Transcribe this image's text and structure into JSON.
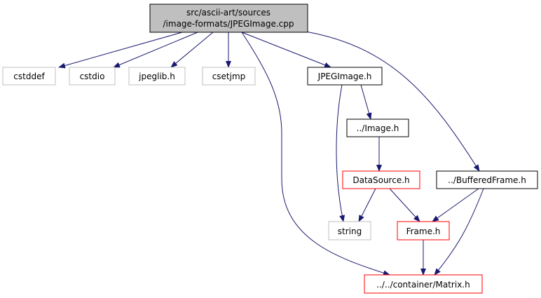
{
  "diagram": {
    "root": {
      "id": "root",
      "lines": [
        "src/ascii-art/sources",
        "/image-formats/JPEGImage.cpp"
      ],
      "style": "root"
    },
    "nodes": [
      {
        "id": "cstddef",
        "label": "cstddef",
        "style": "external"
      },
      {
        "id": "cstdio",
        "label": "cstdio",
        "style": "external"
      },
      {
        "id": "jpeglib",
        "label": "jpeglib.h",
        "style": "external"
      },
      {
        "id": "csetjmp",
        "label": "csetjmp",
        "style": "external"
      },
      {
        "id": "jpegimage_h",
        "label": "JPEGImage.h",
        "style": "documented"
      },
      {
        "id": "image_h",
        "label": "../Image.h",
        "style": "documented"
      },
      {
        "id": "datasource_h",
        "label": "DataSource.h",
        "style": "truncated"
      },
      {
        "id": "bufferedframe_h",
        "label": "../BufferedFrame.h",
        "style": "documented"
      },
      {
        "id": "string",
        "label": "string",
        "style": "external"
      },
      {
        "id": "frame_h",
        "label": "Frame.h",
        "style": "truncated"
      },
      {
        "id": "matrix_h",
        "label": "../../container/Matrix.h",
        "style": "truncated"
      }
    ],
    "edges": [
      {
        "from": "root",
        "to": "cstddef"
      },
      {
        "from": "root",
        "to": "cstdio"
      },
      {
        "from": "root",
        "to": "jpeglib"
      },
      {
        "from": "root",
        "to": "csetjmp"
      },
      {
        "from": "root",
        "to": "jpegimage_h"
      },
      {
        "from": "root",
        "to": "matrix_h"
      },
      {
        "from": "root",
        "to": "bufferedframe_h"
      },
      {
        "from": "jpegimage_h",
        "to": "image_h"
      },
      {
        "from": "jpegimage_h",
        "to": "string"
      },
      {
        "from": "image_h",
        "to": "datasource_h"
      },
      {
        "from": "datasource_h",
        "to": "string"
      },
      {
        "from": "datasource_h",
        "to": "frame_h"
      },
      {
        "from": "bufferedframe_h",
        "to": "frame_h"
      },
      {
        "from": "bufferedframe_h",
        "to": "matrix_h"
      },
      {
        "from": "frame_h",
        "to": "matrix_h"
      }
    ],
    "colors": {
      "root_fill": "#bfbfbf",
      "root_border": "#000000",
      "documented_border": "#000000",
      "truncated_border": "#ff0000",
      "external_border": "#bfbfbf",
      "edge": "#191970",
      "background": "#ffffff"
    }
  }
}
